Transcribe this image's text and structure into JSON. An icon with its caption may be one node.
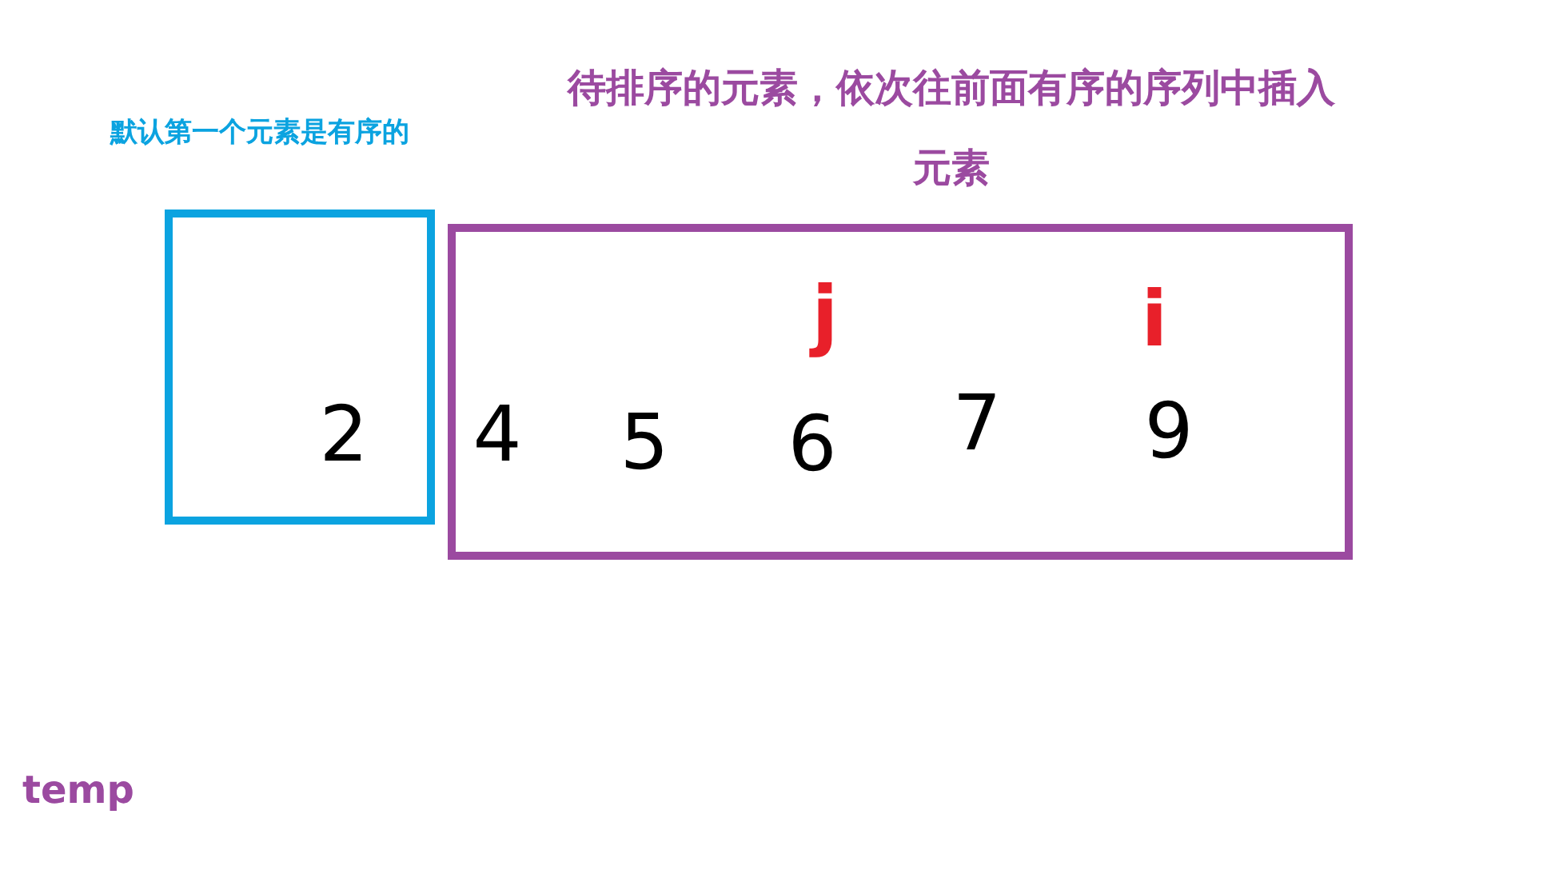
{
  "diagram": {
    "nodes": [
      {
        "text": [
          "默认第一个元素是有序的",
          "2"
        ]
      },
      {
        "text": [
          "待排序的元素，依次往前面有序的序列中插入元素",
          "j",
          "i",
          "4",
          "5",
          "6",
          "7",
          "9"
        ]
      }
    ],
    "labels": [
      "temp"
    ]
  }
}
